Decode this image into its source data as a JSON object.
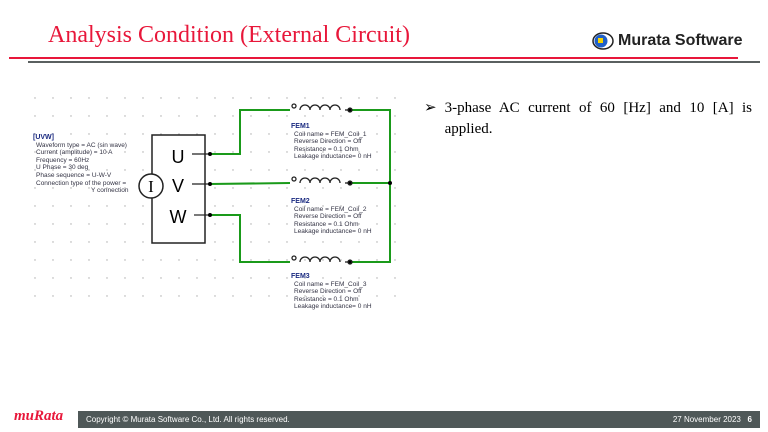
{
  "header": {
    "title": "Analysis Condition (External Circuit)",
    "brand": "Murata Software"
  },
  "bullet": {
    "text": "3-phase AC current of 60 [Hz] and 10 [A] is applied."
  },
  "circuit": {
    "source": {
      "name": "[UVW]",
      "lines": [
        "Waveform type = AC (sin wave)",
        "Current (amplitude) = 10 A",
        "Frequency = 60Hz",
        "U Phase = 30 deg",
        "Phase sequence = U-W-V",
        "Connection type of the power =",
        "Y connection"
      ],
      "symbol": "I",
      "terminals": [
        "U",
        "V",
        "W"
      ]
    },
    "coils": [
      {
        "name": "FEM1",
        "lines": [
          "Coil name = FEM_Coil_1",
          "Reverse Direction = Off",
          "Resistance = 0.1 Ohm",
          "Leakage inductance= 0 nH"
        ]
      },
      {
        "name": "FEM2",
        "lines": [
          "Coil name = FEM_Coil_2",
          "Reverse Direction = Off",
          "Resistance = 0.1 Ohm",
          "Leakage inductance= 0 nH"
        ]
      },
      {
        "name": "FEM3",
        "lines": [
          "Coil name = FEM_Coil_3",
          "Reverse Direction = Off",
          "Resistance = 0.1 Ohm",
          "Leakage inductance= 0 nH"
        ]
      }
    ],
    "wire_color": "#1a9a1a"
  },
  "footer": {
    "logo": "muRata",
    "copyright": "Copyright © Murata Software Co., Ltd. All rights reserved.",
    "date": "27 November 2023",
    "page": "6"
  }
}
